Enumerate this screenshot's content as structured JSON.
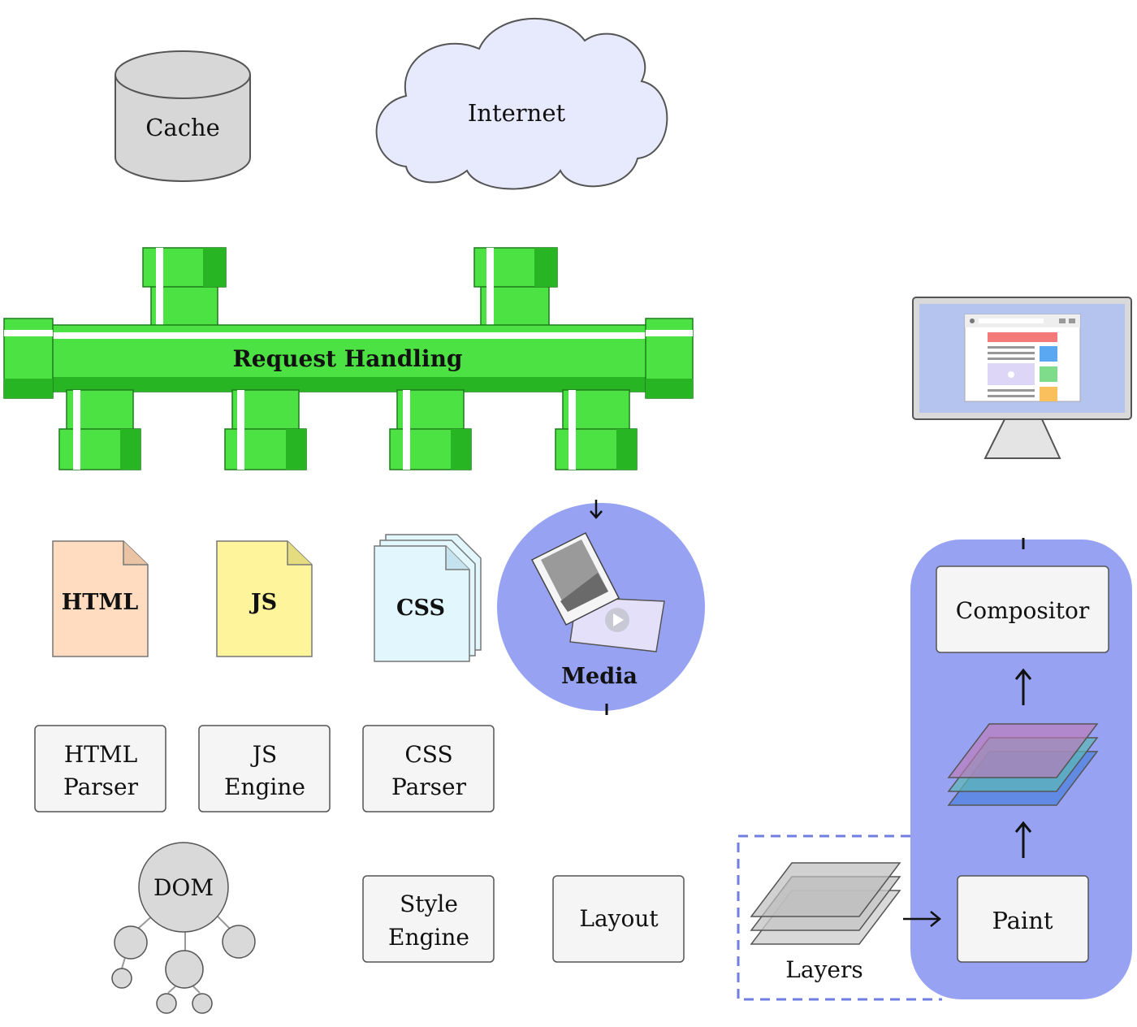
{
  "cache": {
    "label": "Cache"
  },
  "internet": {
    "label": "Internet"
  },
  "request_handling": {
    "label": "Request Handling"
  },
  "files": {
    "html": "HTML",
    "js": "JS",
    "css": "CSS"
  },
  "media": {
    "label": "Media"
  },
  "parsers": {
    "html": [
      "HTML",
      "Parser"
    ],
    "js": [
      "JS",
      "Engine"
    ],
    "css": [
      "CSS",
      "Parser"
    ]
  },
  "dom": {
    "label": "DOM"
  },
  "style_engine": {
    "lines": [
      "Style",
      "Engine"
    ]
  },
  "layout": {
    "label": "Layout"
  },
  "layers": {
    "label": "Layers"
  },
  "paint": {
    "label": "Paint"
  },
  "compositor": {
    "label": "Compositor"
  },
  "colors": {
    "pipe_green": "#4ce243",
    "pipe_dark": "#27b523",
    "gpu_blue": "#97a3f2",
    "html_file": "#ffdcbf",
    "js_file": "#fdf49c",
    "css_file": "#e1f6fd",
    "cache_gray": "#d7d7d7",
    "cloud_fill": "#e7e9fd",
    "box_fill": "#f5f5f5"
  }
}
